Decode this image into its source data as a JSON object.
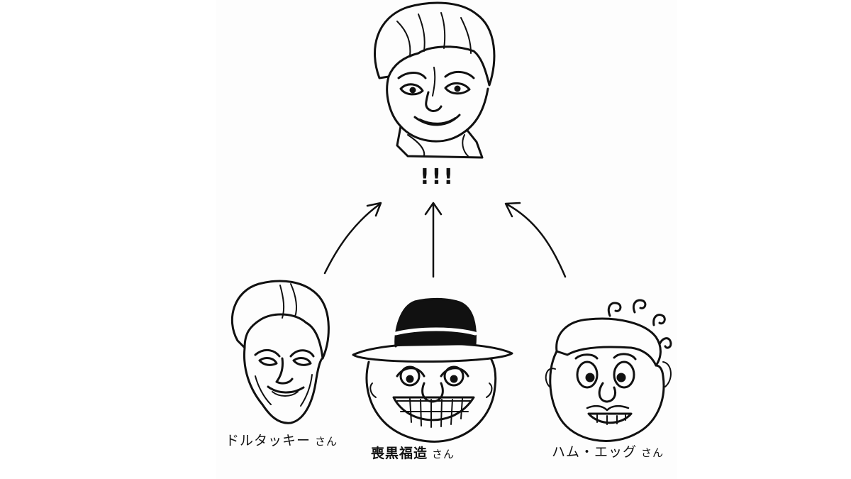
{
  "exclamation": "!!!",
  "characters": [
    {
      "name": "ドルタッキー",
      "suffix": "さん"
    },
    {
      "name": "喪黒福造",
      "suffix": "さん"
    },
    {
      "name": "ハム・エッグ",
      "suffix": "さん"
    }
  ],
  "colors": {
    "ink": "#111111",
    "background": "#ffffff"
  }
}
